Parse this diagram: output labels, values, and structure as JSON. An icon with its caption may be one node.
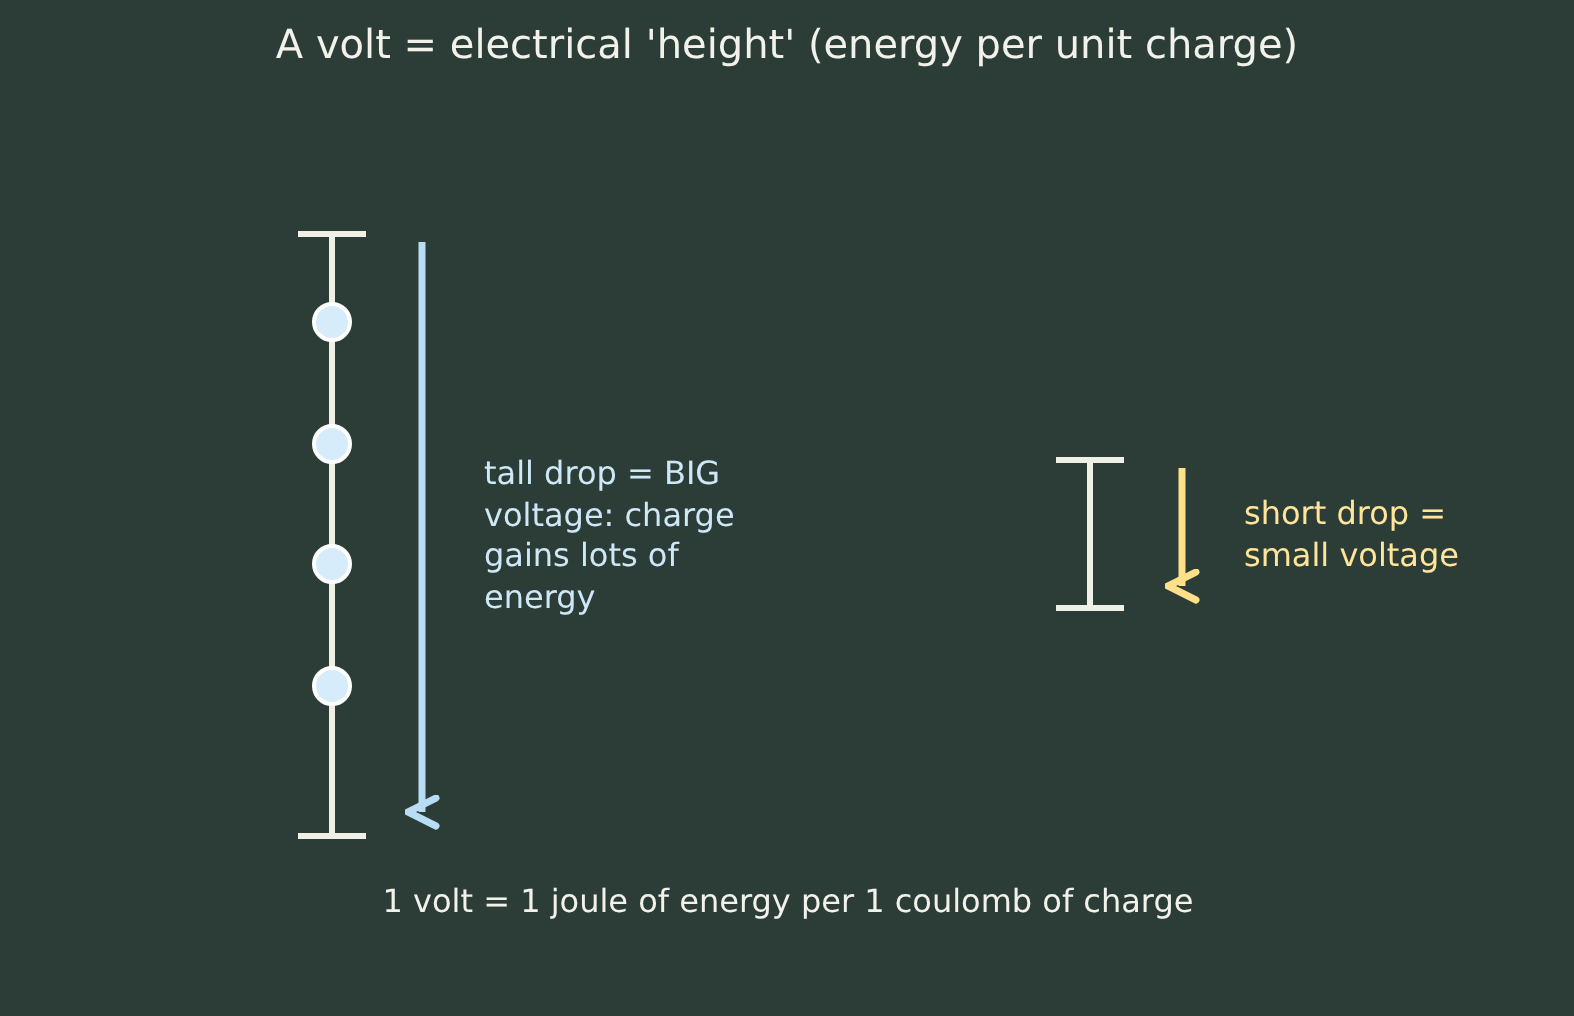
{
  "diagram": {
    "title": "A volt = electrical 'height' (energy per unit charge)",
    "caption": "1 volt = 1 joule of energy per 1 coulomb of charge",
    "labels": [
      "tall drop = BIG voltage: charge gains lots of energy",
      "short drop = small voltage"
    ]
  }
}
